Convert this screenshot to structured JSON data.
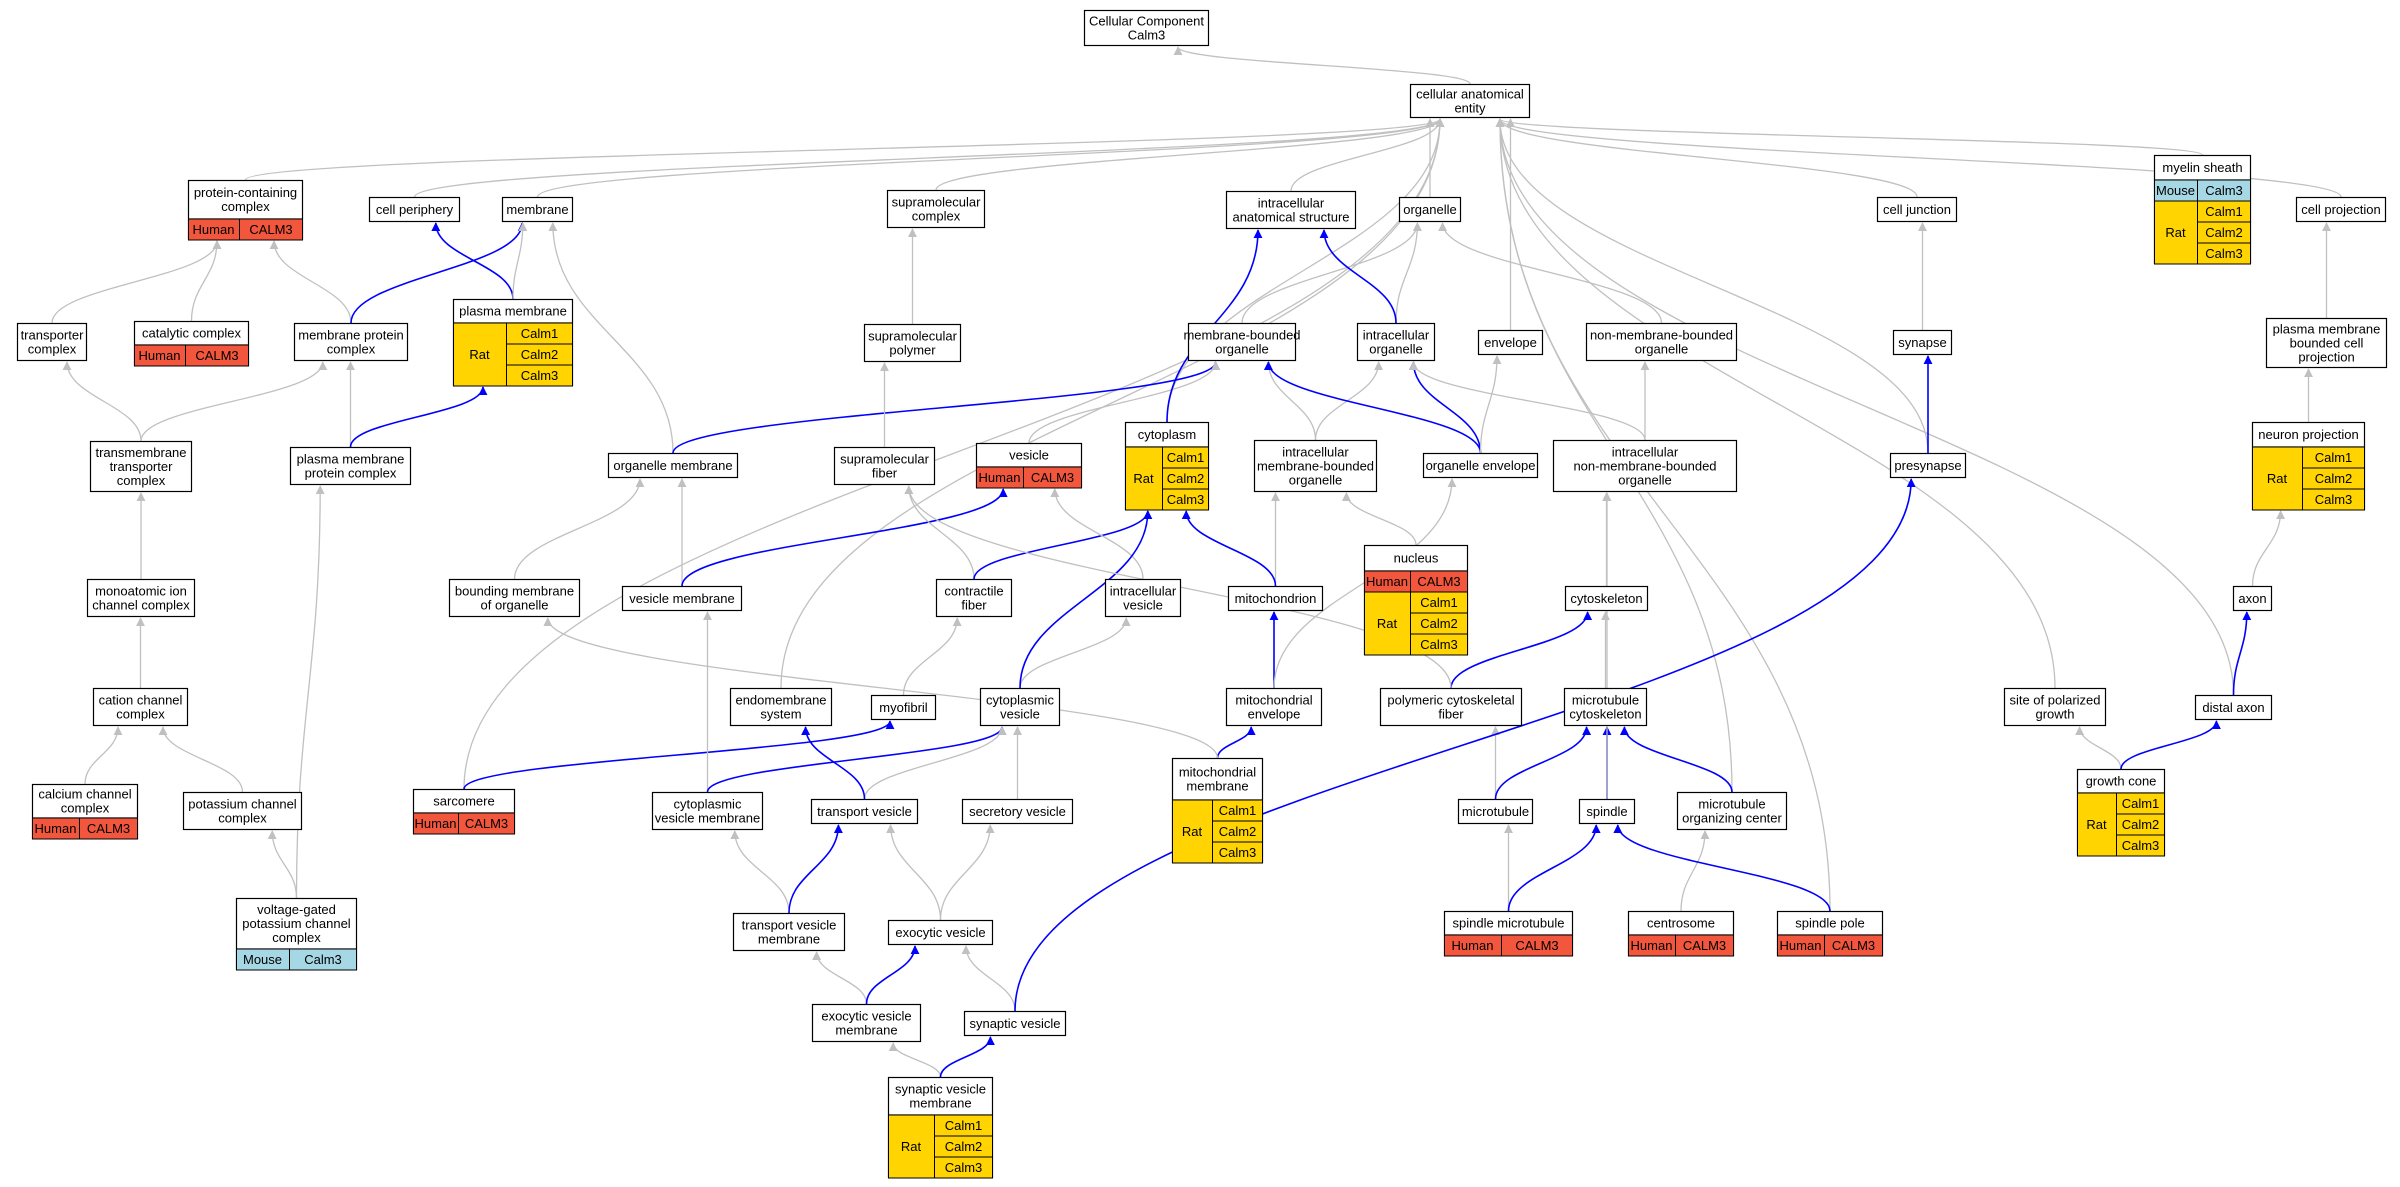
{
  "colors": {
    "human": "#f2563d",
    "rat": "#ffd400",
    "mouse": "#a6d7e4",
    "edge_gray": "#c0c0c0",
    "edge_blue": "#0000ff"
  },
  "nodes": {
    "cellular_component": {
      "lines": [
        "Cellular Component",
        "Calm3"
      ]
    },
    "cae": {
      "lines": [
        "cellular anatomical",
        "entity"
      ]
    },
    "pcc": {
      "lines": [
        "protein-containing",
        "complex"
      ],
      "rows": [
        {
          "label": "Human",
          "genes": [
            "CALM3"
          ]
        }
      ]
    },
    "cell_periphery": {
      "lines": [
        "cell periphery"
      ]
    },
    "membrane": {
      "lines": [
        "membrane"
      ]
    },
    "supramolecular_complex": {
      "lines": [
        "supramolecular",
        "complex"
      ]
    },
    "ias": {
      "lines": [
        "intracellular",
        "anatomical structure"
      ]
    },
    "organelle": {
      "lines": [
        "organelle"
      ]
    },
    "cell_junction": {
      "lines": [
        "cell junction"
      ]
    },
    "myelin_sheath": {
      "lines": [
        "myelin sheath"
      ],
      "rows": [
        {
          "label": "Mouse",
          "genes": [
            "Calm3"
          ]
        },
        {
          "label": "Rat",
          "genes": [
            "Calm1",
            "Calm2",
            "Calm3"
          ]
        }
      ]
    },
    "cell_projection": {
      "lines": [
        "cell projection"
      ]
    },
    "transporter_complex": {
      "lines": [
        "transporter",
        "complex"
      ]
    },
    "catalytic_complex": {
      "lines": [
        "catalytic complex"
      ],
      "rows": [
        {
          "label": "Human",
          "genes": [
            "CALM3"
          ]
        }
      ]
    },
    "membrane_protein_complex": {
      "lines": [
        "membrane protein",
        "complex"
      ]
    },
    "plasma_membrane": {
      "lines": [
        "plasma membrane"
      ],
      "rows": [
        {
          "label": "Rat",
          "genes": [
            "Calm1",
            "Calm2",
            "Calm3"
          ]
        }
      ]
    },
    "supramolecular_polymer": {
      "lines": [
        "supramolecular",
        "polymer"
      ]
    },
    "mbo": {
      "lines": [
        "membrane-bounded",
        "organelle"
      ]
    },
    "intracellular_organelle": {
      "lines": [
        "intracellular",
        "organelle"
      ]
    },
    "envelope": {
      "lines": [
        "envelope"
      ]
    },
    "nmbo": {
      "lines": [
        "non-membrane-bounded",
        "organelle"
      ]
    },
    "synapse": {
      "lines": [
        "synapse"
      ]
    },
    "pmbcp": {
      "lines": [
        "plasma membrane",
        "bounded cell",
        "projection"
      ]
    },
    "tmtc": {
      "lines": [
        "transmembrane",
        "transporter",
        "complex"
      ]
    },
    "pmpc": {
      "lines": [
        "plasma membrane",
        "protein complex"
      ]
    },
    "organelle_membrane": {
      "lines": [
        "organelle membrane"
      ]
    },
    "supramolecular_fiber": {
      "lines": [
        "supramolecular",
        "fiber"
      ]
    },
    "vesicle": {
      "lines": [
        "vesicle"
      ],
      "rows": [
        {
          "label": "Human",
          "genes": [
            "CALM3"
          ]
        }
      ]
    },
    "cytoplasm": {
      "lines": [
        "cytoplasm"
      ],
      "rows": [
        {
          "label": "Rat",
          "genes": [
            "Calm1",
            "Calm2",
            "Calm3"
          ]
        }
      ]
    },
    "imbo": {
      "lines": [
        "intracellular",
        "membrane-bounded",
        "organelle"
      ]
    },
    "organelle_envelope": {
      "lines": [
        "organelle envelope"
      ]
    },
    "inmbo": {
      "lines": [
        "intracellular",
        "non-membrane-bounded",
        "organelle"
      ]
    },
    "presynapse": {
      "lines": [
        "presynapse"
      ]
    },
    "neuron_projection": {
      "lines": [
        "neuron projection"
      ],
      "rows": [
        {
          "label": "Rat",
          "genes": [
            "Calm1",
            "Calm2",
            "Calm3"
          ]
        }
      ]
    },
    "micc": {
      "lines": [
        "monoatomic ion",
        "channel complex"
      ]
    },
    "bmo": {
      "lines": [
        "bounding membrane",
        "of organelle"
      ]
    },
    "vesicle_membrane": {
      "lines": [
        "vesicle membrane"
      ]
    },
    "contractile_fiber": {
      "lines": [
        "contractile",
        "fiber"
      ]
    },
    "intracellular_vesicle": {
      "lines": [
        "intracellular",
        "vesicle"
      ]
    },
    "mitochondrion": {
      "lines": [
        "mitochondrion"
      ]
    },
    "nucleus": {
      "lines": [
        "nucleus"
      ],
      "rows": [
        {
          "label": "Human",
          "genes": [
            "CALM3"
          ]
        },
        {
          "label": "Rat",
          "genes": [
            "Calm1",
            "Calm2",
            "Calm3"
          ]
        }
      ]
    },
    "cytoskeleton": {
      "lines": [
        "cytoskeleton"
      ]
    },
    "axon": {
      "lines": [
        "axon"
      ]
    },
    "ccc": {
      "lines": [
        "cation channel",
        "complex"
      ]
    },
    "endomembrane_system": {
      "lines": [
        "endomembrane",
        "system"
      ]
    },
    "myofibril": {
      "lines": [
        "myofibril"
      ]
    },
    "cytoplasmic_vesicle": {
      "lines": [
        "cytoplasmic",
        "vesicle"
      ]
    },
    "mito_envelope": {
      "lines": [
        "mitochondrial",
        "envelope"
      ]
    },
    "pcf": {
      "lines": [
        "polymeric cytoskeletal",
        "fiber"
      ]
    },
    "microtubule_cytoskeleton": {
      "lines": [
        "microtubule",
        "cytoskeleton"
      ]
    },
    "spg": {
      "lines": [
        "site of polarized",
        "growth"
      ]
    },
    "distal_axon": {
      "lines": [
        "distal axon"
      ]
    },
    "calcium_cc": {
      "lines": [
        "calcium channel",
        "complex"
      ],
      "rows": [
        {
          "label": "Human",
          "genes": [
            "CALM3"
          ]
        }
      ]
    },
    "potassium_cc": {
      "lines": [
        "potassium channel",
        "complex"
      ]
    },
    "sarcomere": {
      "lines": [
        "sarcomere"
      ],
      "rows": [
        {
          "label": "Human",
          "genes": [
            "CALM3"
          ]
        }
      ]
    },
    "cvm": {
      "lines": [
        "cytoplasmic",
        "vesicle membrane"
      ]
    },
    "transport_vesicle": {
      "lines": [
        "transport vesicle"
      ]
    },
    "secretory_vesicle": {
      "lines": [
        "secretory vesicle"
      ]
    },
    "mito_membrane": {
      "lines": [
        "mitochondrial",
        "membrane"
      ],
      "rows": [
        {
          "label": "Rat",
          "genes": [
            "Calm1",
            "Calm2",
            "Calm3"
          ]
        }
      ]
    },
    "microtubule": {
      "lines": [
        "microtubule"
      ]
    },
    "spindle": {
      "lines": [
        "spindle"
      ]
    },
    "moc": {
      "lines": [
        "microtubule",
        "organizing center"
      ]
    },
    "growth_cone": {
      "lines": [
        "growth cone"
      ],
      "rows": [
        {
          "label": "Rat",
          "genes": [
            "Calm1",
            "Calm2",
            "Calm3"
          ]
        }
      ]
    },
    "vgpcc": {
      "lines": [
        "voltage-gated",
        "potassium channel",
        "complex"
      ],
      "rows": [
        {
          "label": "Mouse",
          "genes": [
            "Calm3"
          ]
        }
      ]
    },
    "tvm": {
      "lines": [
        "transport vesicle",
        "membrane"
      ]
    },
    "exocytic_vesicle": {
      "lines": [
        "exocytic vesicle"
      ]
    },
    "spindle_microtubule": {
      "lines": [
        "spindle microtubule"
      ],
      "rows": [
        {
          "label": "Human",
          "genes": [
            "CALM3"
          ]
        }
      ]
    },
    "centrosome": {
      "lines": [
        "centrosome"
      ],
      "rows": [
        {
          "label": "Human",
          "genes": [
            "CALM3"
          ]
        }
      ]
    },
    "spindle_pole": {
      "lines": [
        "spindle pole"
      ],
      "rows": [
        {
          "label": "Human",
          "genes": [
            "CALM3"
          ]
        }
      ]
    },
    "evm": {
      "lines": [
        "exocytic vesicle",
        "membrane"
      ]
    },
    "synaptic_vesicle": {
      "lines": [
        "synaptic vesicle"
      ]
    },
    "svm": {
      "lines": [
        "synaptic vesicle",
        "membrane"
      ],
      "rows": [
        {
          "label": "Rat",
          "genes": [
            "Calm1",
            "Calm2",
            "Calm3"
          ]
        }
      ]
    }
  },
  "edges": [
    [
      "cae",
      "cellular_component",
      "gray"
    ],
    [
      "pcc",
      "cae",
      "gray"
    ],
    [
      "cell_periphery",
      "cae",
      "gray"
    ],
    [
      "membrane",
      "cae",
      "gray"
    ],
    [
      "supramolecular_complex",
      "cae",
      "gray"
    ],
    [
      "ias",
      "cae",
      "gray"
    ],
    [
      "organelle",
      "cae",
      "gray"
    ],
    [
      "cell_junction",
      "cae",
      "gray"
    ],
    [
      "myelin_sheath",
      "cae",
      "gray"
    ],
    [
      "cell_projection",
      "cae",
      "gray"
    ],
    [
      "cytoplasm",
      "cae",
      "gray"
    ],
    [
      "envelope",
      "cae",
      "gray"
    ],
    [
      "endomembrane_system",
      "cae",
      "gray"
    ],
    [
      "sarcomere",
      "cae",
      "gray"
    ],
    [
      "moc",
      "cae",
      "gray"
    ],
    [
      "spindle_pole",
      "cae",
      "gray"
    ],
    [
      "presynapse",
      "cae",
      "gray"
    ],
    [
      "spg",
      "cae",
      "gray"
    ],
    [
      "distal_axon",
      "cae",
      "gray"
    ],
    [
      "transporter_complex",
      "pcc",
      "gray"
    ],
    [
      "catalytic_complex",
      "pcc",
      "gray"
    ],
    [
      "membrane_protein_complex",
      "pcc",
      "gray"
    ],
    [
      "membrane_protein_complex",
      "membrane",
      "blue"
    ],
    [
      "plasma_membrane",
      "cell_periphery",
      "blue"
    ],
    [
      "plasma_membrane",
      "membrane",
      "gray"
    ],
    [
      "supramolecular_polymer",
      "supramolecular_complex",
      "gray"
    ],
    [
      "mbo",
      "organelle",
      "gray"
    ],
    [
      "intracellular_organelle",
      "organelle",
      "gray"
    ],
    [
      "intracellular_organelle",
      "ias",
      "blue"
    ],
    [
      "nmbo",
      "organelle",
      "gray"
    ],
    [
      "synapse",
      "cell_junction",
      "gray"
    ],
    [
      "pmbcp",
      "cell_projection",
      "gray"
    ],
    [
      "tmtc",
      "transporter_complex",
      "gray"
    ],
    [
      "tmtc",
      "membrane_protein_complex",
      "gray"
    ],
    [
      "pmpc",
      "membrane_protein_complex",
      "gray"
    ],
    [
      "pmpc",
      "plasma_membrane",
      "blue"
    ],
    [
      "organelle_membrane",
      "membrane",
      "gray"
    ],
    [
      "organelle_membrane",
      "mbo",
      "blue"
    ],
    [
      "supramolecular_fiber",
      "supramolecular_polymer",
      "gray"
    ],
    [
      "vesicle",
      "mbo",
      "gray"
    ],
    [
      "cytoplasm",
      "ias",
      "blue"
    ],
    [
      "imbo",
      "mbo",
      "gray"
    ],
    [
      "imbo",
      "intracellular_organelle",
      "gray"
    ],
    [
      "organelle_envelope",
      "mbo",
      "blue"
    ],
    [
      "organelle_envelope",
      "intracellular_organelle",
      "blue"
    ],
    [
      "organelle_envelope",
      "envelope",
      "gray"
    ],
    [
      "inmbo",
      "nmbo",
      "gray"
    ],
    [
      "inmbo",
      "intracellular_organelle",
      "gray"
    ],
    [
      "presynapse",
      "synapse",
      "blue"
    ],
    [
      "neuron_projection",
      "pmbcp",
      "gray"
    ],
    [
      "micc",
      "tmtc",
      "gray"
    ],
    [
      "bmo",
      "organelle_membrane",
      "gray"
    ],
    [
      "vesicle_membrane",
      "organelle_membrane",
      "gray"
    ],
    [
      "vesicle_membrane",
      "vesicle",
      "blue"
    ],
    [
      "contractile_fiber",
      "supramolecular_fiber",
      "gray"
    ],
    [
      "contractile_fiber",
      "cytoplasm",
      "blue"
    ],
    [
      "intracellular_vesicle",
      "vesicle",
      "gray"
    ],
    [
      "mitochondrion",
      "imbo",
      "gray"
    ],
    [
      "mitochondrion",
      "cytoplasm",
      "blue"
    ],
    [
      "nucleus",
      "imbo",
      "gray"
    ],
    [
      "cytoskeleton",
      "inmbo",
      "gray"
    ],
    [
      "axon",
      "neuron_projection",
      "gray"
    ],
    [
      "ccc",
      "micc",
      "gray"
    ],
    [
      "myofibril",
      "contractile_fiber",
      "gray"
    ],
    [
      "cytoplasmic_vesicle",
      "intracellular_vesicle",
      "gray"
    ],
    [
      "cytoplasmic_vesicle",
      "cytoplasm",
      "blue"
    ],
    [
      "mito_envelope",
      "mitochondrion",
      "blue"
    ],
    [
      "mito_envelope",
      "organelle_envelope",
      "gray"
    ],
    [
      "pcf",
      "cytoskeleton",
      "blue"
    ],
    [
      "pcf",
      "supramolecular_fiber",
      "gray"
    ],
    [
      "microtubule_cytoskeleton",
      "cytoskeleton",
      "gray"
    ],
    [
      "distal_axon",
      "axon",
      "blue"
    ],
    [
      "calcium_cc",
      "ccc",
      "gray"
    ],
    [
      "potassium_cc",
      "ccc",
      "gray"
    ],
    [
      "sarcomere",
      "myofibril",
      "blue"
    ],
    [
      "cvm",
      "vesicle_membrane",
      "gray"
    ],
    [
      "cvm",
      "cytoplasmic_vesicle",
      "blue"
    ],
    [
      "transport_vesicle",
      "cytoplasmic_vesicle",
      "gray"
    ],
    [
      "transport_vesicle",
      "endomembrane_system",
      "blue"
    ],
    [
      "secretory_vesicle",
      "cytoplasmic_vesicle",
      "gray"
    ],
    [
      "mito_membrane",
      "mito_envelope",
      "blue"
    ],
    [
      "mito_membrane",
      "bmo",
      "gray"
    ],
    [
      "microtubule",
      "pcf",
      "gray"
    ],
    [
      "microtubule",
      "microtubule_cytoskeleton",
      "blue"
    ],
    [
      "spindle",
      "microtubule_cytoskeleton",
      "blue"
    ],
    [
      "spindle",
      "inmbo",
      "gray"
    ],
    [
      "moc",
      "microtubule_cytoskeleton",
      "blue"
    ],
    [
      "growth_cone",
      "spg",
      "gray"
    ],
    [
      "growth_cone",
      "distal_axon",
      "blue"
    ],
    [
      "vgpcc",
      "potassium_cc",
      "gray"
    ],
    [
      "vgpcc",
      "pmpc",
      "gray"
    ],
    [
      "tvm",
      "cvm",
      "gray"
    ],
    [
      "tvm",
      "transport_vesicle",
      "blue"
    ],
    [
      "exocytic_vesicle",
      "transport_vesicle",
      "gray"
    ],
    [
      "exocytic_vesicle",
      "secretory_vesicle",
      "gray"
    ],
    [
      "spindle_microtubule",
      "microtubule",
      "gray"
    ],
    [
      "spindle_microtubule",
      "spindle",
      "blue"
    ],
    [
      "centrosome",
      "moc",
      "gray"
    ],
    [
      "spindle_pole",
      "spindle",
      "blue"
    ],
    [
      "evm",
      "tvm",
      "gray"
    ],
    [
      "evm",
      "exocytic_vesicle",
      "blue"
    ],
    [
      "synaptic_vesicle",
      "exocytic_vesicle",
      "gray"
    ],
    [
      "synaptic_vesicle",
      "presynapse",
      "blue"
    ],
    [
      "svm",
      "evm",
      "gray"
    ],
    [
      "svm",
      "synaptic_vesicle",
      "blue"
    ]
  ]
}
